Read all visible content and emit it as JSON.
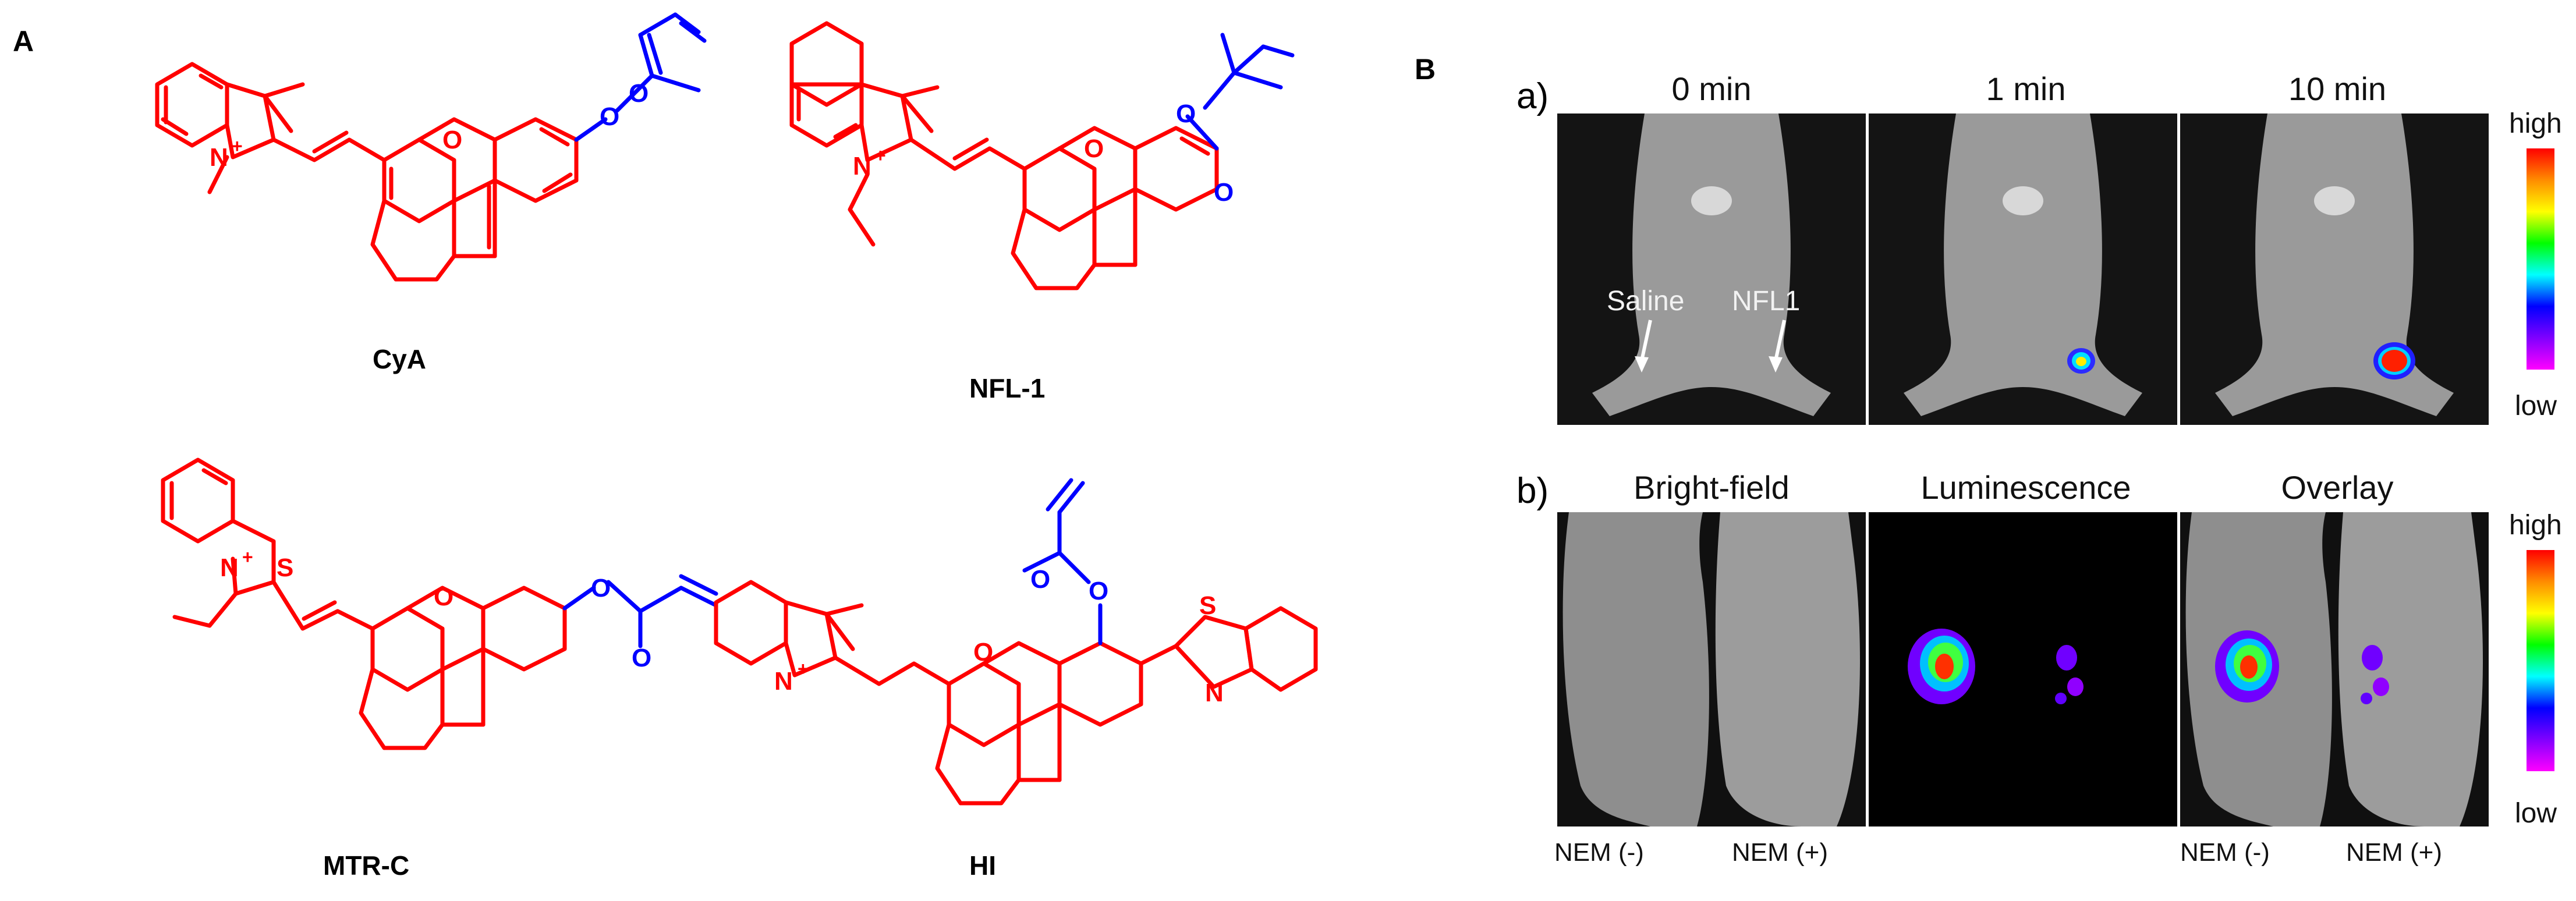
{
  "panel_A": {
    "label": "A",
    "molecules": [
      {
        "name": "CyA",
        "atoms": [
          "N",
          "+",
          "O",
          "O",
          "O"
        ]
      },
      {
        "name": "NFL-1",
        "atoms": [
          "N",
          "+",
          "O",
          "O",
          "O"
        ]
      },
      {
        "name": "MTR-C",
        "atoms": [
          "N",
          "+",
          "S",
          "O",
          "O",
          "O"
        ]
      },
      {
        "name": "HI",
        "atoms": [
          "N",
          "+",
          "O",
          "O",
          "O",
          "S",
          "N"
        ]
      }
    ],
    "colors": {
      "core": "#ff0000",
      "acrylate": "#0000ff"
    }
  },
  "panel_B": {
    "label": "B",
    "row_a": {
      "letter": "a)",
      "columns": [
        "0 min",
        "1 min",
        "10 min"
      ],
      "annotations": {
        "left": "Saline",
        "right": "NFL1"
      },
      "scale": {
        "high": "high",
        "low": "low"
      }
    },
    "row_b": {
      "letter": "b)",
      "columns": [
        "Bright-field",
        "Luminescence",
        "Overlay"
      ],
      "mouse_labels": [
        "NEM (-)",
        "NEM (+)",
        "NEM (-)",
        "NEM (+)"
      ],
      "scale": {
        "high": "high",
        "low": "low"
      }
    },
    "colorbar_stops": [
      "#ff0000",
      "#ff8c00",
      "#ffff00",
      "#00ff00",
      "#00ffff",
      "#0000ff",
      "#8000ff",
      "#ff00ff"
    ]
  }
}
